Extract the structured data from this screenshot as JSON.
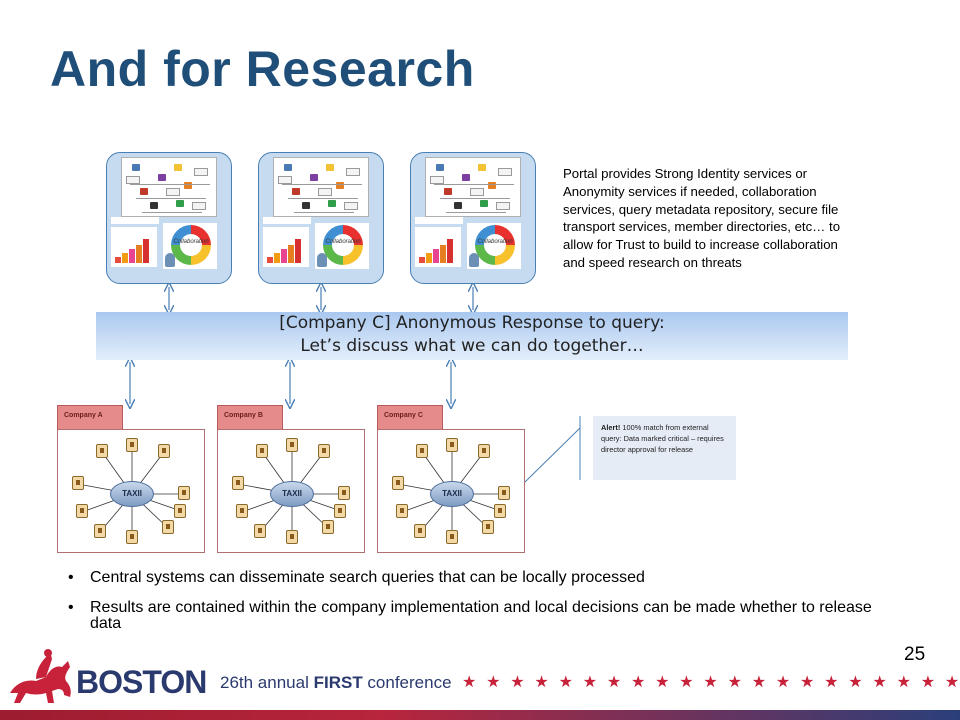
{
  "slide": {
    "title": "And for Research",
    "page_number": "25"
  },
  "portal": {
    "description": "Portal provides Strong Identity services or Anonymity services if needed, collaboration services, query metadata repository, secure file transport services, member directories, etc… to allow for Trust to build to increase collaboration and speed research on threats",
    "tiles": [
      {
        "collab_label": "Collaboration"
      },
      {
        "collab_label": "Collaboration"
      },
      {
        "collab_label": "Collaboration"
      }
    ]
  },
  "banner": {
    "line1": "[Company C] Anonymous Response to query:",
    "line2": "Let’s discuss what we can do together…"
  },
  "companies": [
    {
      "name": "Company A",
      "hub_label": "TAXII"
    },
    {
      "name": "Company B",
      "hub_label": "TAXII"
    },
    {
      "name": "Company C",
      "hub_label": "TAXII"
    }
  ],
  "alert": {
    "prefix": "Alert!",
    "text": " 100% match from external query: Data marked critical – requires director approval for release"
  },
  "bullets": [
    "Central systems can disseminate search queries that can be locally processed",
    "Results are contained within the company implementation and local decisions can be made whether to release data"
  ],
  "footer": {
    "city": "BOSTON",
    "conference_prefix": "26th annual ",
    "conference_bold": "FIRST",
    "conference_suffix": " conference",
    "stars": "★★★★★★★★★★★★★★★★★★★★★★",
    "colors": {
      "navy": "#2b3a6e",
      "red": "#c8223a"
    }
  }
}
